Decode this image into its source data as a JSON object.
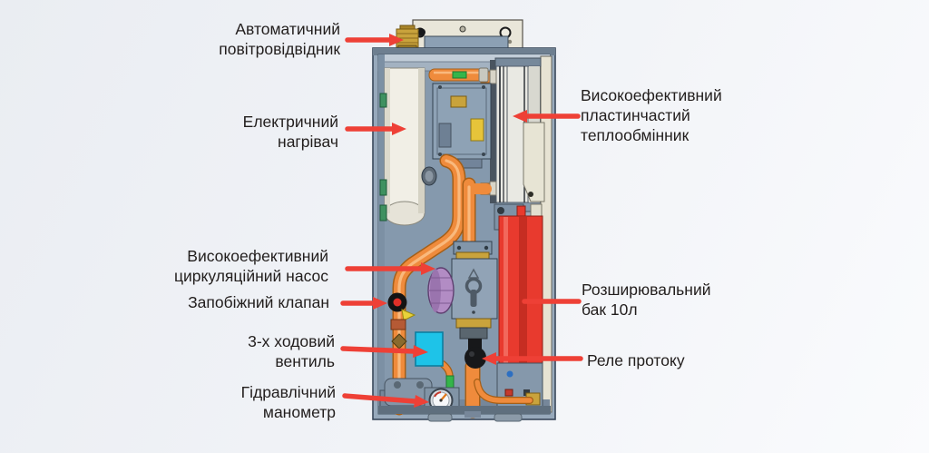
{
  "labels": [
    {
      "id": "air-vent",
      "lines": [
        "Автоматичний",
        "повітровідвідник"
      ]
    },
    {
      "id": "electric-heater",
      "lines": [
        "Електричний",
        "нагрівач"
      ]
    },
    {
      "id": "plate-heat-exchanger",
      "lines": [
        "Високоефективний",
        "пластинчастий",
        "теплообмінник"
      ]
    },
    {
      "id": "circulation-pump",
      "lines": [
        "Високоефективний",
        "циркуляційний насос"
      ]
    },
    {
      "id": "safety-valve",
      "lines": [
        "Запобіжний клапан"
      ]
    },
    {
      "id": "three-way-valve",
      "lines": [
        "3-х ходовий",
        "вентиль"
      ]
    },
    {
      "id": "pressure-gauge",
      "lines": [
        "Гідравлічний",
        "манометр"
      ]
    },
    {
      "id": "expansion-tank",
      "lines": [
        "Розширювальний",
        "бак 10л"
      ]
    },
    {
      "id": "flow-relay",
      "lines": [
        "Реле протоку"
      ]
    }
  ],
  "colors": {
    "arrow_red": "#ee4036",
    "tank_red": "#e83a2e",
    "pipe_orange": "#ef8b3c",
    "valve_cyan": "#1ec3e8",
    "pump_purple": "#b28cc4",
    "brass": "#c9a33c",
    "casing_blue_gray": "#97a9bb",
    "heater_white": "#f1efe6",
    "text_dark": "#221e1d"
  }
}
